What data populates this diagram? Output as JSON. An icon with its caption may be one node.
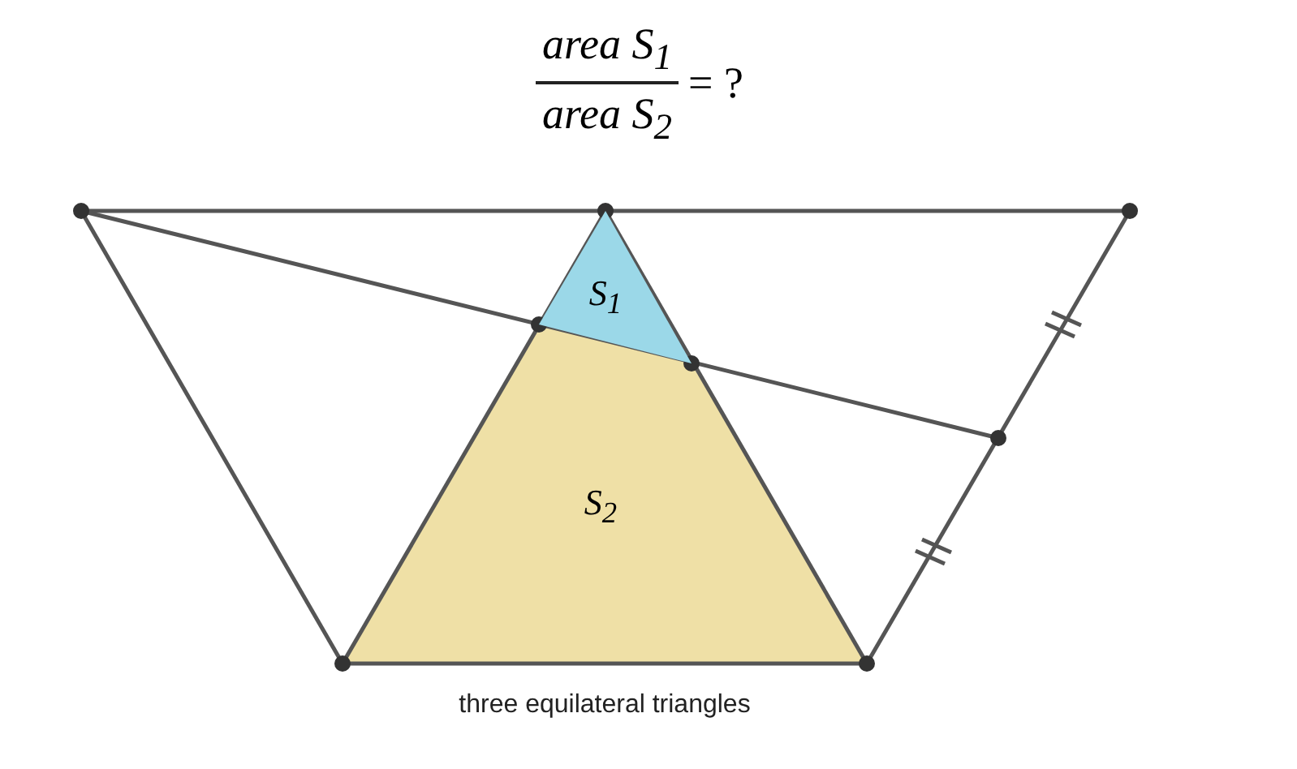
{
  "diagram": {
    "caption": "three equilateral triangles",
    "nodes": [
      {
        "text": [
          "S$_{1}$"
        ]
      },
      {
        "text": [
          "S$_{2}$"
        ]
      }
    ],
    "labels": [
      "area S$_{1}$",
      "area S$_{2}$",
      "= ?"
    ]
  }
}
